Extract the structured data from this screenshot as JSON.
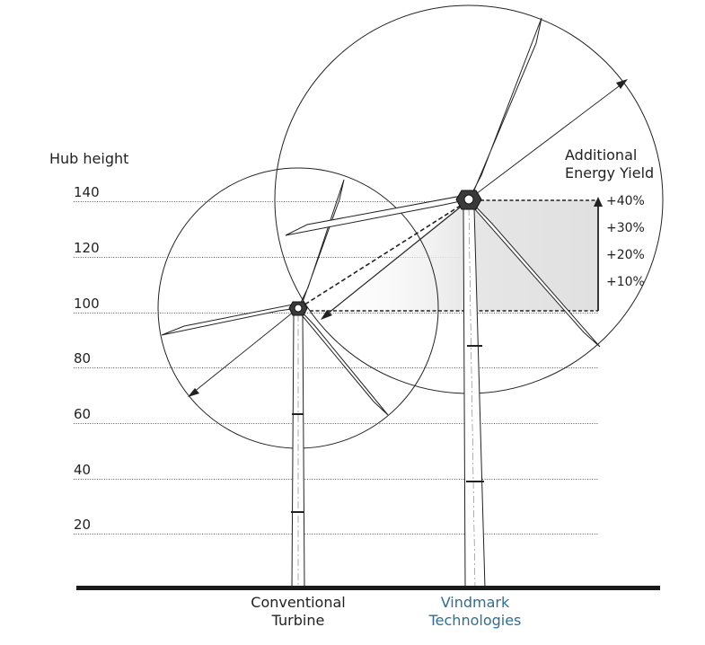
{
  "axis": {
    "title": "Hub height",
    "ticks": [
      {
        "value": 140,
        "label": "140"
      },
      {
        "value": 120,
        "label": "120"
      },
      {
        "value": 100,
        "label": "100"
      },
      {
        "value": 80,
        "label": "80"
      },
      {
        "value": 60,
        "label": "60"
      },
      {
        "value": 40,
        "label": "40"
      },
      {
        "value": 20,
        "label": "20"
      }
    ]
  },
  "yield": {
    "title_line1": "Additional",
    "title_line2": "Energy Yield",
    "levels": [
      "+40%",
      "+30%",
      "+20%",
      "+10%"
    ]
  },
  "turbines": [
    {
      "id": "conventional",
      "hub_height": 100,
      "line1": "Conventional",
      "line2": "Turbine"
    },
    {
      "id": "vindmark",
      "hub_height": 140,
      "line1": "Vindmark",
      "line2": "Technologies"
    }
  ],
  "colors": {
    "line": "#222222",
    "ground": "#1a1a1a",
    "gridline": "#555555",
    "shade": "#e3e3e3",
    "brand": "#2e6e96"
  }
}
